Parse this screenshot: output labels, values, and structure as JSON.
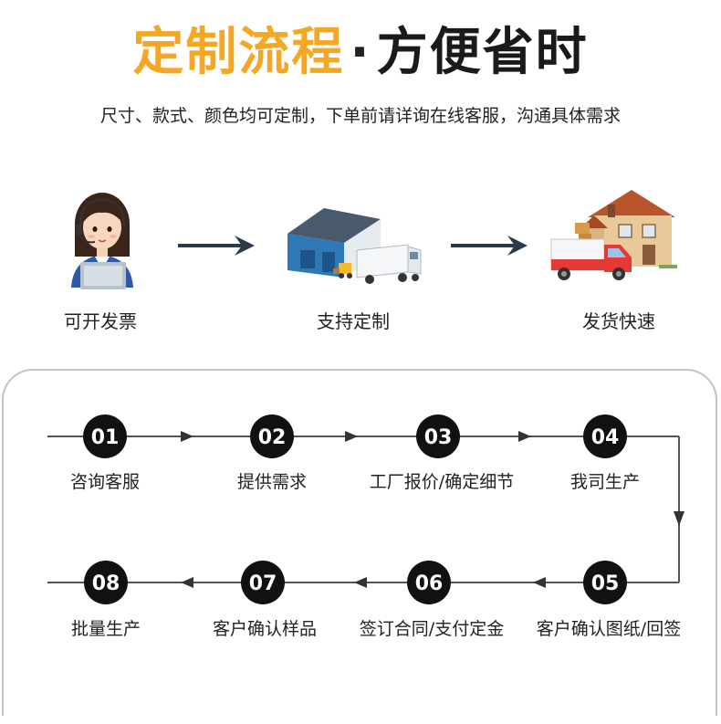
{
  "header": {
    "title_part1": "定制流程",
    "title_dot": "·",
    "title_part2": "方便省时",
    "subtitle": "尺寸、款式、颜色均可定制，下单前请详询在线客服，沟通具体需求"
  },
  "features": [
    {
      "label": "可开发票",
      "icon": "customer-service-agent-icon"
    },
    {
      "label": "支持定制",
      "icon": "warehouse-truck-icon"
    },
    {
      "label": "发货快速",
      "icon": "delivery-truck-house-icon"
    }
  ],
  "steps": [
    {
      "num": "01",
      "label": "咨询客服"
    },
    {
      "num": "02",
      "label": "提供需求"
    },
    {
      "num": "03",
      "label": "工厂报价/确定细节"
    },
    {
      "num": "04",
      "label": "我司生产"
    },
    {
      "num": "05",
      "label": "客户确认图纸/回签"
    },
    {
      "num": "06",
      "label": "签订合同/支付定金"
    },
    {
      "num": "07",
      "label": "客户确认样品"
    },
    {
      "num": "08",
      "label": "批量生产"
    }
  ],
  "colors": {
    "accent": "#f5a623",
    "dark": "#1a1a1a",
    "arrow": "#2d3a4a",
    "line": "#555555"
  }
}
